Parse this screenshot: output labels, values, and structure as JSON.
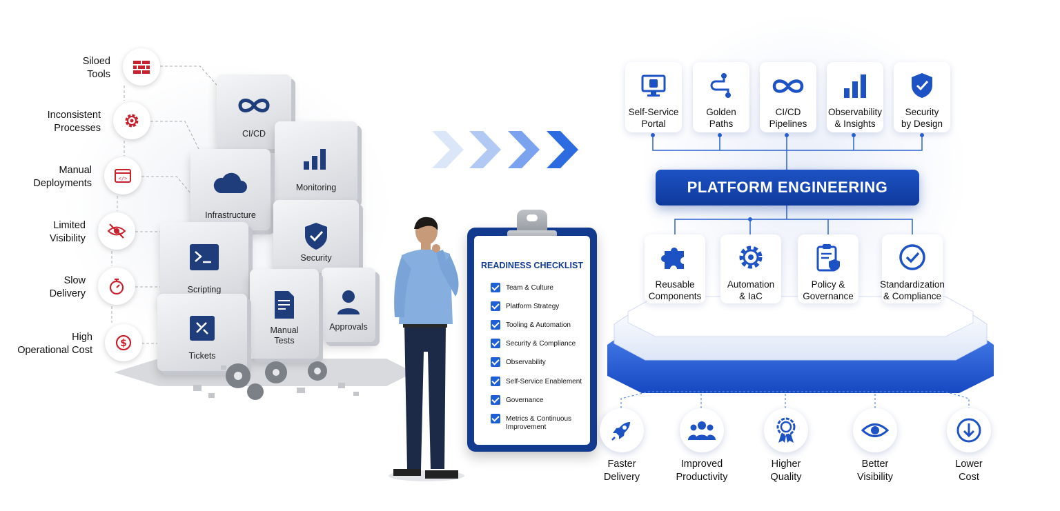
{
  "problems": [
    {
      "label": "Siloed\nTools",
      "icon": "brick-wall-icon"
    },
    {
      "label": "Inconsistent\nProcesses",
      "icon": "gear-icon"
    },
    {
      "label": "Manual\nDeployments",
      "icon": "code-window-icon"
    },
    {
      "label": "Limited\nVisibility",
      "icon": "eye-slash-icon"
    },
    {
      "label": "Slow\nDelivery",
      "icon": "stopwatch-icon"
    },
    {
      "label": "High\nOperational Cost",
      "icon": "dollar-icon"
    }
  ],
  "cubes": [
    {
      "label": "CI/CD",
      "icon": "infinity-icon"
    },
    {
      "label": "Monitoring",
      "icon": "bar-chart-icon"
    },
    {
      "label": "Infrastructure",
      "icon": "cloud-icon"
    },
    {
      "label": "Security",
      "icon": "shield-check-icon"
    },
    {
      "label": "Scripting",
      "icon": "terminal-icon"
    },
    {
      "label": "Approvals",
      "icon": "user-icon"
    },
    {
      "label": "Manual\nTests",
      "icon": "document-shield-icon"
    },
    {
      "label": "Tickets",
      "icon": "ticket-icon"
    }
  ],
  "checklist": {
    "title": "READINESS CHECKLIST",
    "items": [
      "Team & Culture",
      "Platform Strategy",
      "Tooling & Automation",
      "Security & Compliance",
      "Observability",
      "Self-Service Enablement",
      "Governance",
      "Metrics & Continuous\nImprovement"
    ]
  },
  "platform": {
    "title": "PLATFORM ENGINEERING",
    "top_cards": [
      {
        "label": "Self-Service\nPortal",
        "icon": "monitor-icon"
      },
      {
        "label": "Golden\nPaths",
        "icon": "path-icon"
      },
      {
        "label": "CI/CD\nPipelines",
        "icon": "infinity-icon"
      },
      {
        "label": "Observability\n& Insights",
        "icon": "bar-chart-icon"
      },
      {
        "label": "Security\nby Design",
        "icon": "shield-check-icon"
      }
    ],
    "mid_cards": [
      {
        "label": "Reusable\nComponents",
        "icon": "puzzle-icon"
      },
      {
        "label": "Automation\n& IaC",
        "icon": "gear-icon"
      },
      {
        "label": "Policy &\nGovernance",
        "icon": "clipboard-shield-icon"
      },
      {
        "label": "Standardization\n& Compliance",
        "icon": "check-circle-icon"
      }
    ],
    "benefits": [
      {
        "label": "Faster\nDelivery",
        "icon": "rocket-icon"
      },
      {
        "label": "Improved\nProductivity",
        "icon": "team-icon"
      },
      {
        "label": "Higher\nQuality",
        "icon": "award-icon"
      },
      {
        "label": "Better\nVisibility",
        "icon": "eye-icon"
      },
      {
        "label": "Lower\nCost",
        "icon": "download-circle-icon"
      }
    ]
  },
  "colors": {
    "problem_red": "#c8202c",
    "brand_blue": "#1d52c4",
    "navy": "#1f3d7a",
    "arrow_blue": "#2c6be0"
  }
}
